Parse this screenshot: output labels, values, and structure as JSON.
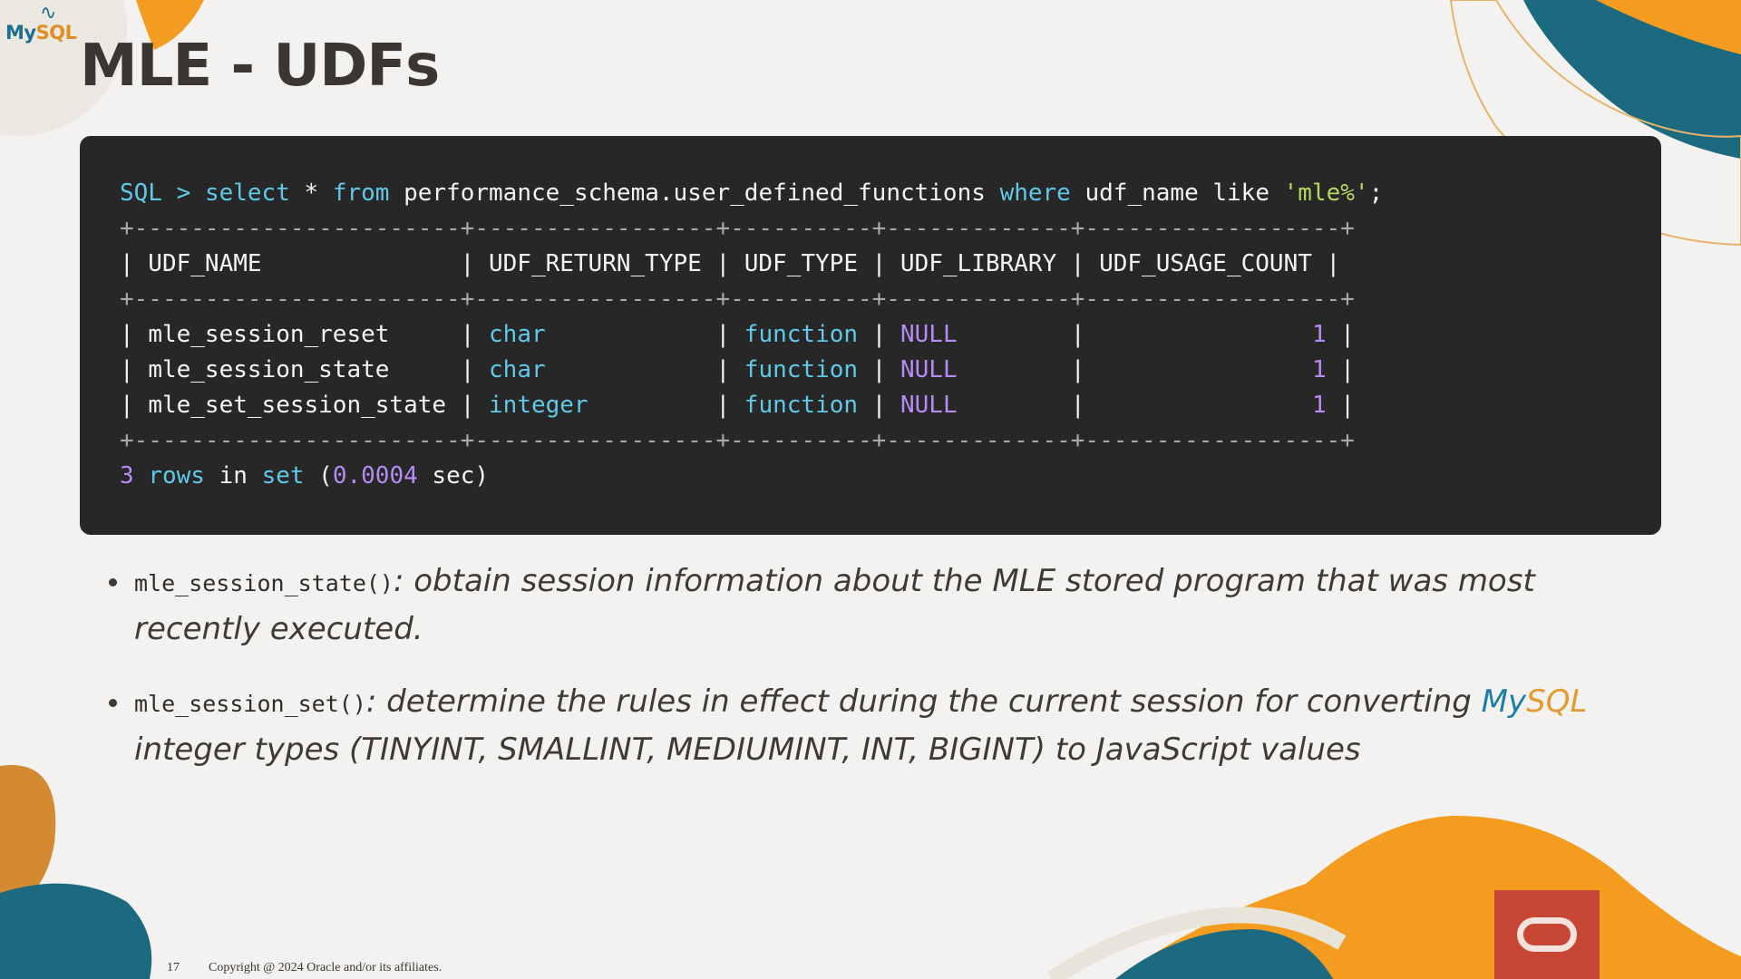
{
  "logo": {
    "my": "My",
    "sql": "SQL"
  },
  "slide": {
    "title": "MLE - UDFs",
    "page_number": "17",
    "copyright": "Copyright @ 2024 Oracle and/or its affiliates."
  },
  "terminal": {
    "prompt": "SQL >",
    "kw_select": "select",
    "star": "*",
    "kw_from": "from",
    "table": "performance_schema.user_defined_functions",
    "kw_where": "where",
    "condition": "udf_name like",
    "pattern": "'mle%'",
    "semicolon": ";",
    "border": "+-----------------------+-----------------+----------+-------------+------------------+",
    "header": "| UDF_NAME              | UDF_RETURN_TYPE | UDF_TYPE | UDF_LIBRARY | UDF_USAGE_COUNT |",
    "rows": [
      {
        "name": "mle_session_reset    ",
        "ret": "char           ",
        "type": "function",
        "lib": "NULL       ",
        "count": "1"
      },
      {
        "name": "mle_session_state    ",
        "ret": "char           ",
        "type": "function",
        "lib": "NULL       ",
        "count": "1"
      },
      {
        "name": "mle_set_session_state",
        "ret": "integer        ",
        "type": "function",
        "lib": "NULL       ",
        "count": "1"
      }
    ],
    "summary": {
      "count": "3",
      "rows_word": "rows",
      "in_word": "in",
      "set_word": "set",
      "time": "0.0004",
      "unit": "sec)"
    }
  },
  "bullets": [
    {
      "fn": "mle_session_state()",
      "text_a": ": obtain session information about the MLE stored program that was most recently executed."
    },
    {
      "fn": "mle_session_set()",
      "text_a": ": determine the rules in effect during the current session for converting ",
      "brand_my": "My",
      "brand_sql": "SQL",
      "text_b": " integer types (TINYINT, SMALLINT, MEDIUMINT, INT, BIGINT) to JavaScript values"
    }
  ],
  "colors": {
    "keyword": "#5fc9e6",
    "string": "#b4d95c",
    "number": "#b68bf4",
    "oracle_red": "#c74634",
    "orange": "#f39c1f",
    "teal": "#1c6a80"
  }
}
